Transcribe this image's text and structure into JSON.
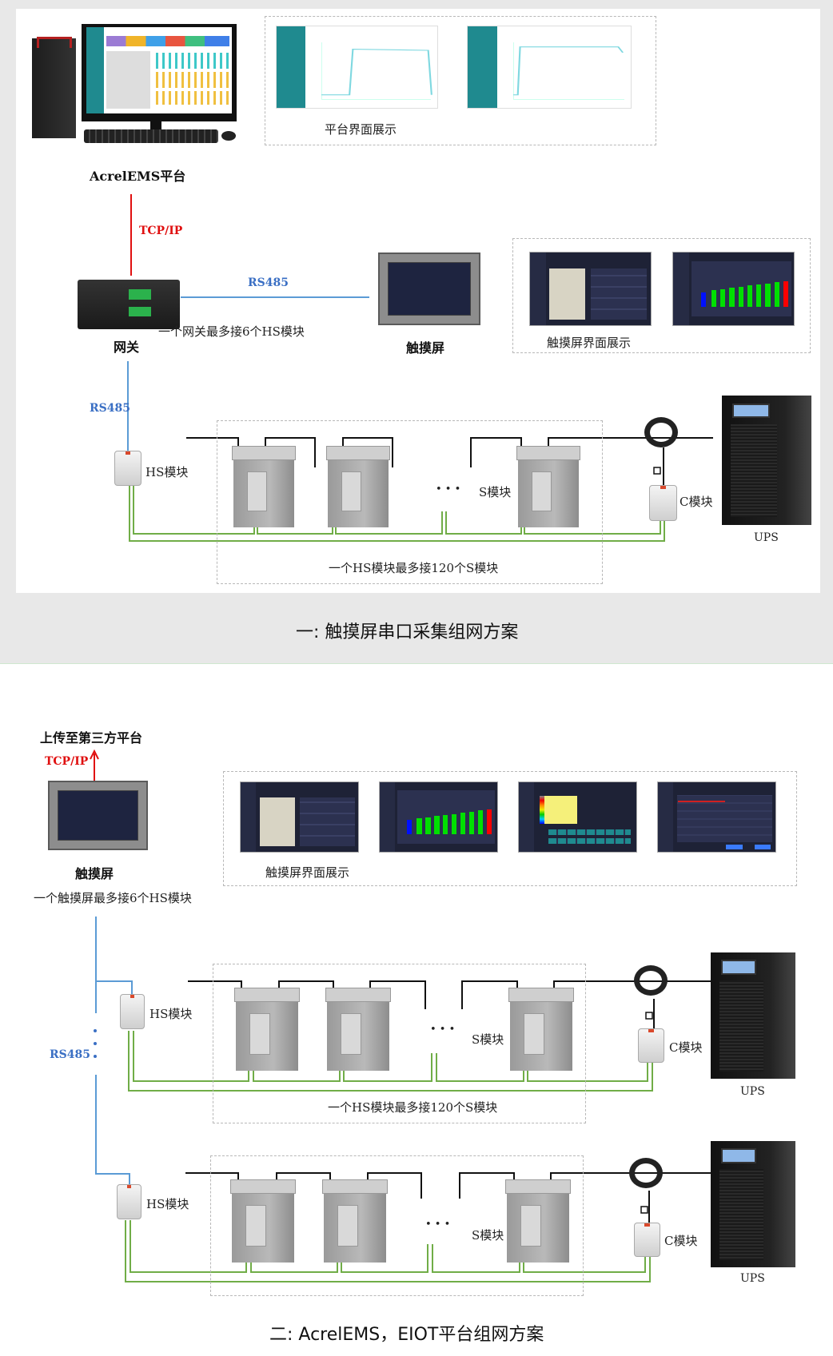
{
  "section1": {
    "platform_label": "AcrelEMS平台",
    "platform_display_label": "平台界面展示",
    "tcpip_label": "TCP/IP",
    "rs485_top_label": "RS485",
    "gateway_label": "网关",
    "gateway_note": "一个网关最多接6个HS模块",
    "touchscreen_label": "触摸屏",
    "touch_display_label": "触摸屏界面展示",
    "rs485_left_label": "RS485",
    "hs_module_label": "HS模块",
    "s_module_label": "S模块",
    "ellipsis": "• • •",
    "c_module_label": "C模块",
    "ups_label": "UPS",
    "hs_note": "一个HS模块最多接120个S模块",
    "title": "一: 触摸屏串口采集组网方案"
  },
  "section2": {
    "upload_label": "上传至第三方平台",
    "tcpip_label": "TCP/IP",
    "touchscreen_label": "触摸屏",
    "touchscreen_note": "一个触摸屏最多接6个HS模块",
    "touch_display_label": "触摸屏界面展示",
    "rs485_label": "RS485",
    "row1": {
      "hs_module_label": "HS模块",
      "s_module_label": "S模块",
      "ellipsis": "• • •",
      "c_module_label": "C模块",
      "ups_label": "UPS",
      "hs_note": "一个HS模块最多接120个S模块"
    },
    "row2": {
      "hs_module_label": "HS模块",
      "s_module_label": "S模块",
      "ellipsis": "• • •",
      "c_module_label": "C模块",
      "ups_label": "UPS"
    },
    "title": "二: AcrelEMS，EIOT平台组网方案"
  },
  "colors": {
    "tcpip_line": "#e01010",
    "rs485_line": "#5b9bd5",
    "can_bus_line": "#70ad47",
    "power_line": "#111111",
    "bar_green": "#00e000",
    "bar_blue": "#0010ff",
    "bar_red": "#ff0000"
  }
}
